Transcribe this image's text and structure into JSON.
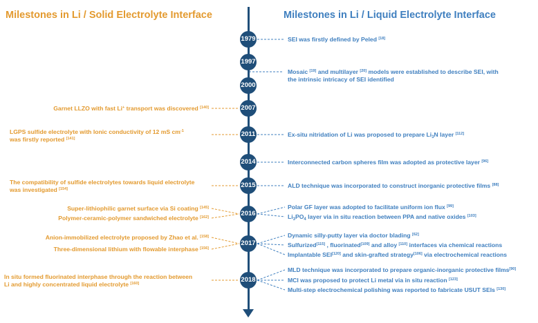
{
  "headings": {
    "left": "Milestones in Li / Solid Electrolyte Interface",
    "right": "Milestones in Li / Liquid Electrolyte Interface"
  },
  "years": [
    "1979",
    "1997",
    "2000",
    "2007",
    "2011",
    "2014",
    "2015",
    "2016",
    "2017",
    "2018"
  ],
  "right": {
    "e1979": {
      "text": "SEI was firstly  defined by Peled ",
      "ref": "[18]"
    },
    "e1997": {
      "a": "Mosaic ",
      "ref1": "[19]",
      "b": " and multilayer ",
      "ref2": "[20]",
      "c": " models were established to describe SEI, with",
      "line2": "the intrinsic intricacy of SEI identified"
    },
    "e2011": {
      "a": "Ex-situ nitridation of Li was proposed to prepare Li",
      "sub": "3",
      "b": "N layer ",
      "ref": "[112]"
    },
    "e2014": {
      "text": "Interconnected carbon spheres film was adopted as protective layer ",
      "ref": "[96]"
    },
    "e2015": {
      "text": "ALD technique was incorporated to construct inorganic protective films ",
      "ref": "[88]"
    },
    "e2016a": {
      "text": "Polar GF layer was adopted to facilitate uniform ion flux ",
      "ref": "[99]"
    },
    "e2016b": {
      "a": "Li",
      "sub": "3",
      "b": "PO",
      "sub2": "4",
      "c": " layer via in situ reaction between PPA and native oxides ",
      "ref": "[103]"
    },
    "e2017a": {
      "text": "Dynamic silly-putty layer via doctor blading ",
      "ref": "[62]"
    },
    "e2017b": {
      "a": "Sulfurized",
      "ref1": "[115]",
      "b": " , fluorinated",
      "ref2": "[109]",
      "c": "  and alloy ",
      "ref3": "[110]",
      "d": " interfaces via chemical reactions"
    },
    "e2017c": {
      "a": "Implantable SEI",
      "ref1": "[120]",
      "b": "  and skin-grafted strategy",
      "ref2": "[106]",
      "c": "  via electrochemical reactions"
    },
    "e2018a": {
      "text": "MLD technique was incorporated to prepare organic-inorganic protective films",
      "ref": "[90]"
    },
    "e2018b": {
      "text": "MCI was proposed to protect Li metal via in situ reaction ",
      "ref": "[123]"
    },
    "e2018c": {
      "text": "Multi-step electrochemical polishing was reported to fabricate USUT SEIs ",
      "ref": "[130]"
    }
  },
  "left": {
    "e2007": {
      "a": "Garnet LLZO with fast Li",
      "sup": "+",
      "b": " transport was discovered ",
      "ref": "[140]"
    },
    "e2011": {
      "a": "LGPS sulfide electrolyte with Ionic conductivity of 12 mS cm",
      "sup": "-1",
      "line2": "was firstly reported ",
      "ref": "[141]"
    },
    "e2015": {
      "line1": "The compatibility of sulfide electrolytes towards liquid electrolyte",
      "line2": "was investigated ",
      "ref": "[154]"
    },
    "e2016a": {
      "text": "Super-lithiophilic garnet  surface via Si coating ",
      "ref": "[145]"
    },
    "e2016b": {
      "text": "Polymer-ceramic-polymer sandwiched electrolyte ",
      "ref": "[162]"
    },
    "e2017a": {
      "text": "Anion-immobilized electrolyte proposed by Zhao et al. ",
      "ref": "[158]"
    },
    "e2017b": {
      "text": "Three-dimensional lithium with flowable interphase ",
      "ref": "[156]"
    },
    "e2018": {
      "line1": "In situ formed fluorinated interphase through the reaction between",
      "line2": "Li and highly concentrated liquid electrolyte ",
      "ref": "[160]"
    }
  },
  "colors": {
    "solid": "#e39a2f",
    "liquid": "#3f7fbf",
    "axis": "#1f4e79"
  }
}
